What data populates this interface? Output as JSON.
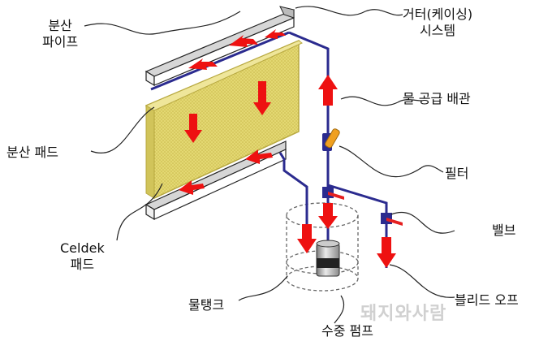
{
  "labels": {
    "distribution_pipe": [
      "분산",
      "파이프"
    ],
    "gutter": [
      "거터(케이싱)",
      "시스템"
    ],
    "water_supply_pipe": "물 공급 배관",
    "distribution_pad": "분산 패드",
    "filter": "필터",
    "celdek_pad": [
      "Celdek",
      "패드"
    ],
    "valve": "밸브",
    "bleed_off": "블리드 오프",
    "water_tank": "물탱크",
    "submersible_pump": "수중 펌프"
  },
  "watermark": "돼지와사람",
  "colors": {
    "pipe": "#2b2b8f",
    "arrow": "#ee1111",
    "pad": "#e3d872",
    "pad_edge": "#b8a940",
    "valve_handle": "#e52020",
    "filter": "#f0a020"
  }
}
